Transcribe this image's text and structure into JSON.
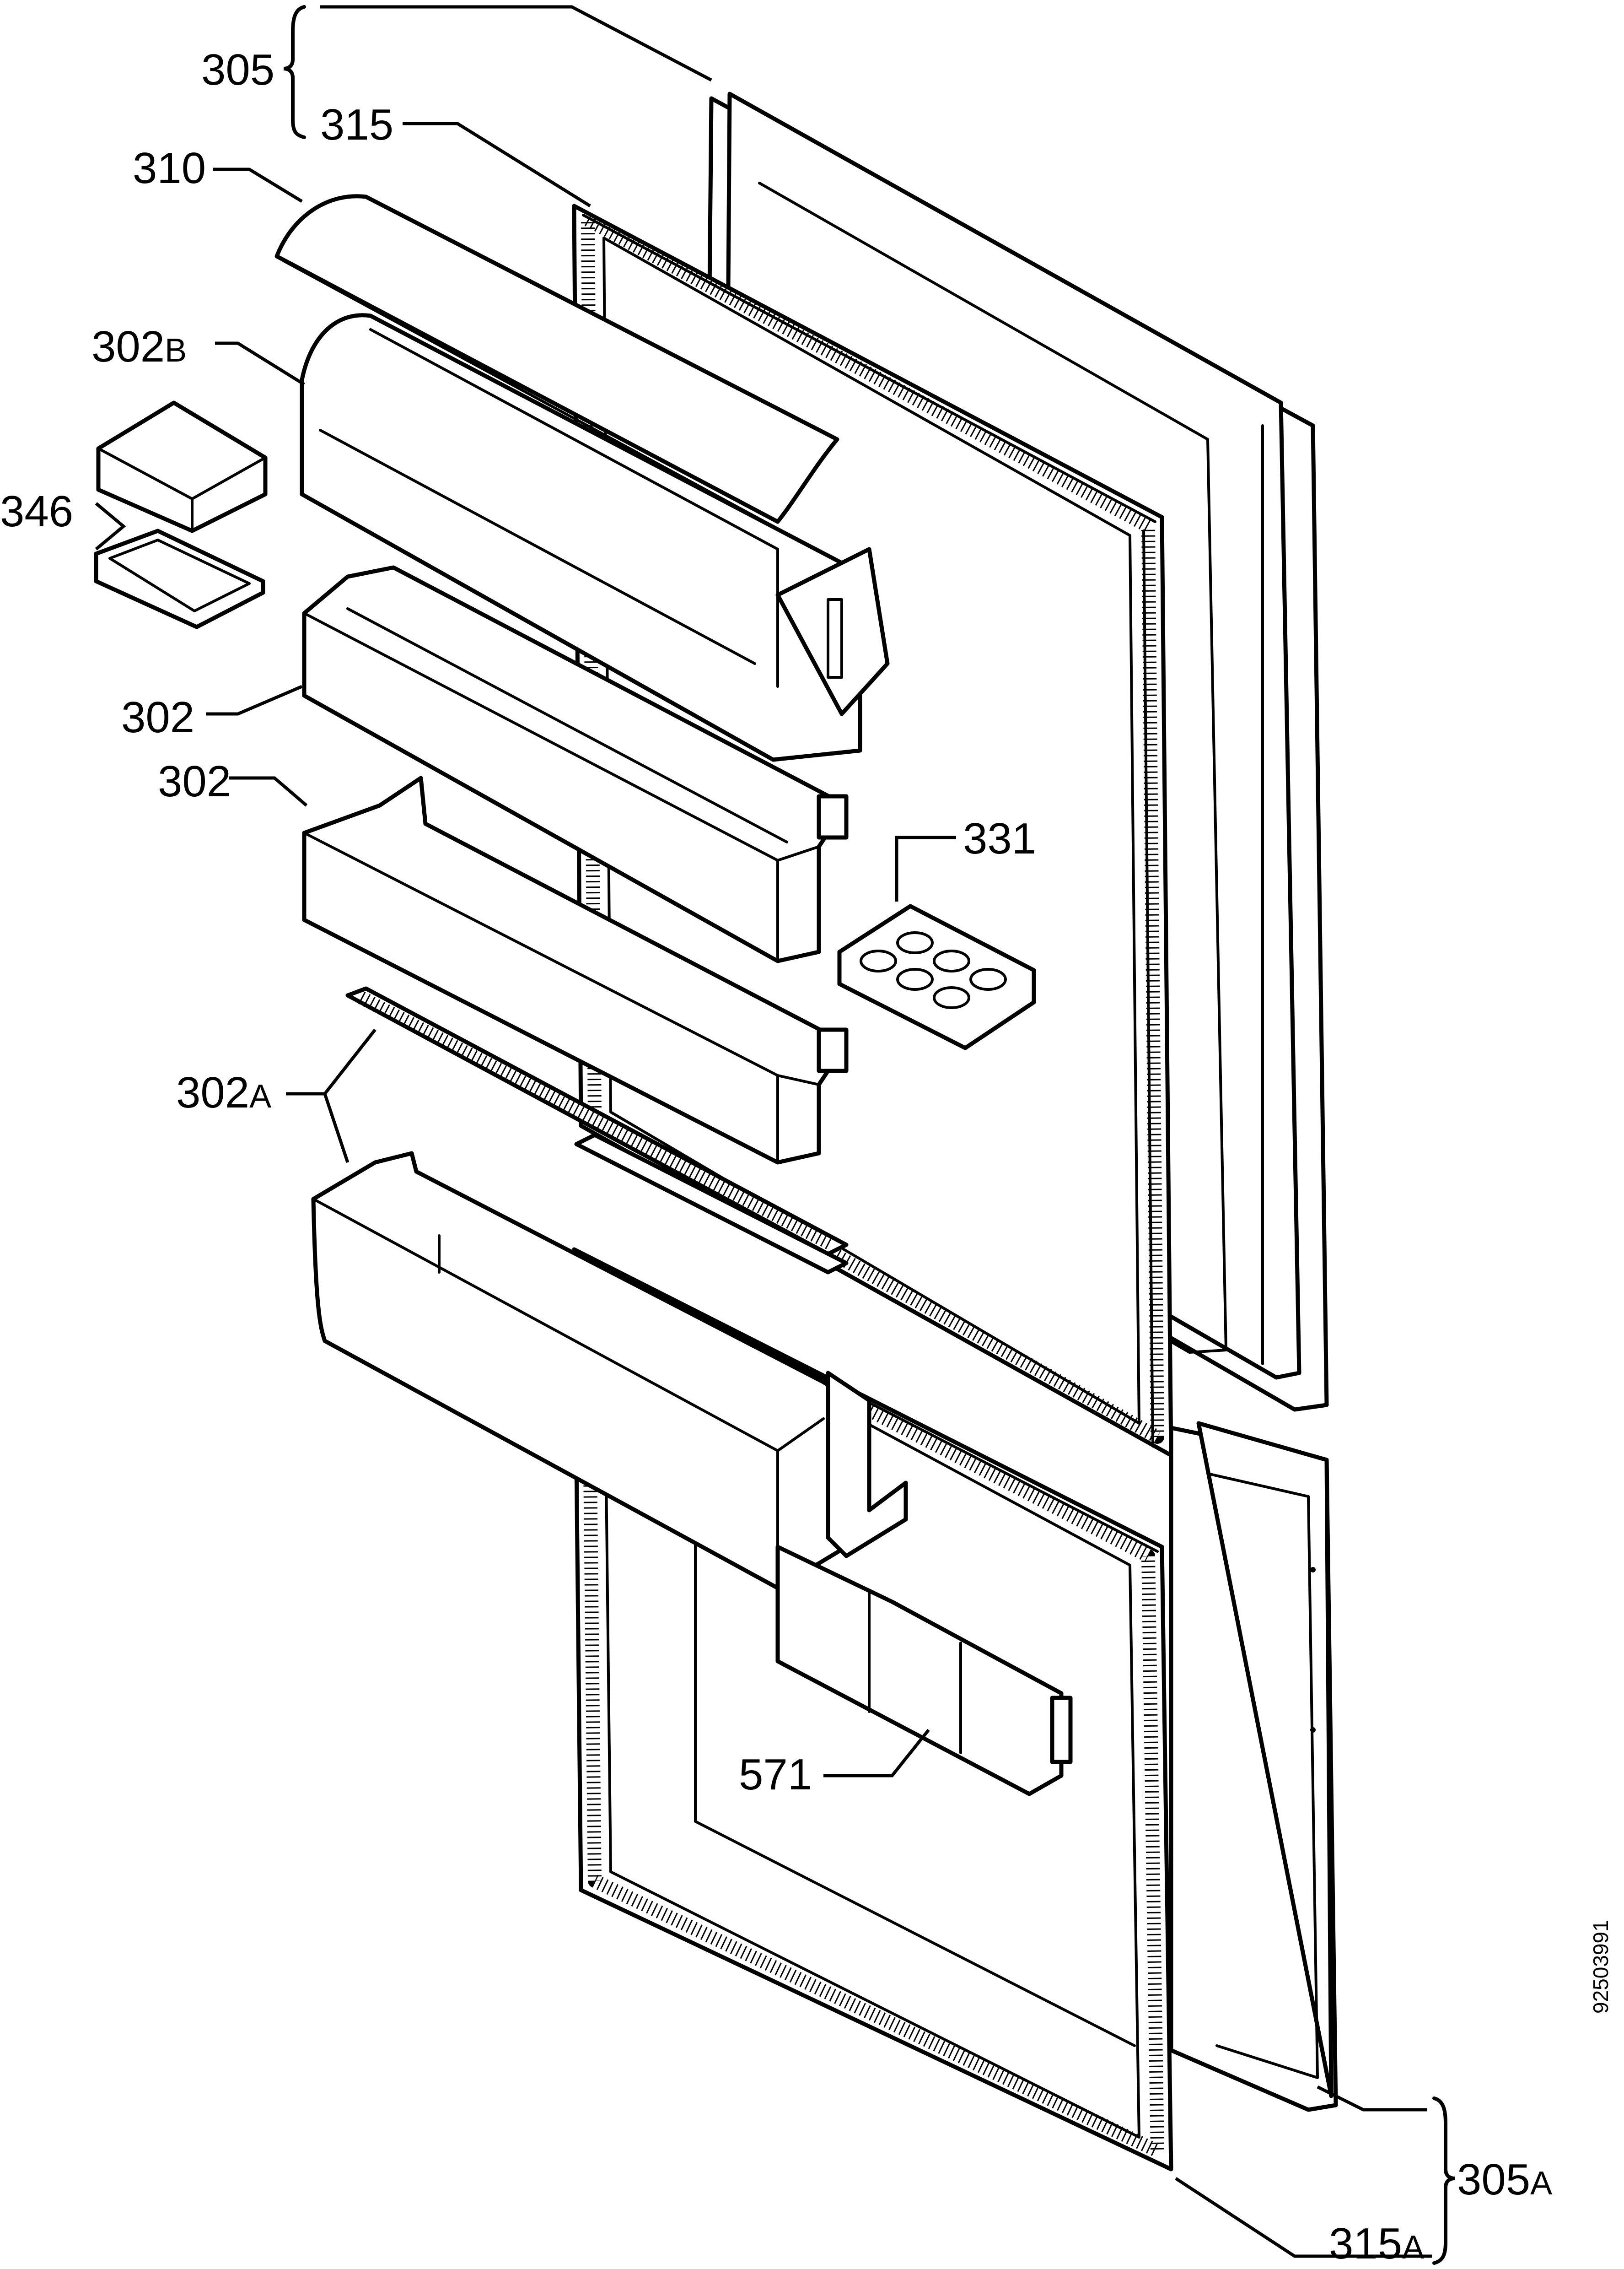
{
  "labels": {
    "p305": "305",
    "p315": "315",
    "p310": "310",
    "p302b_num": "302",
    "p302b_suf": "B",
    "p346": "346",
    "p302_upper": "302",
    "p302_lower": "302",
    "p331": "331",
    "p302a_num": "302",
    "p302a_suf": "A",
    "p571": "571",
    "p305a_num": "305",
    "p305a_suf": "A",
    "p315a_num": "315",
    "p315a_suf": "A"
  },
  "drawing_code": "92503991"
}
